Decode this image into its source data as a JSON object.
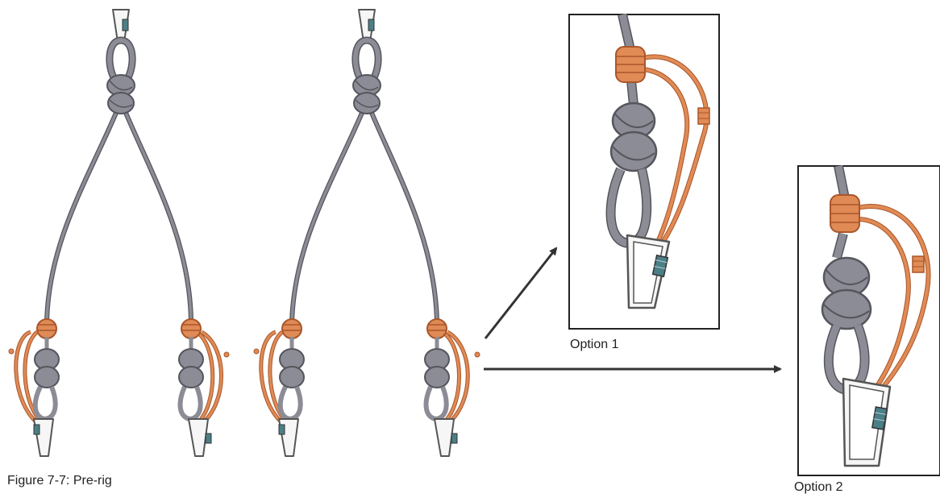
{
  "figure": {
    "caption": "Figure 7-7: Pre-rig",
    "options": [
      {
        "label": "Option 1"
      },
      {
        "label": "Option 2"
      }
    ]
  },
  "colors": {
    "rope": "#8c8c96",
    "rope_outline": "#55555d",
    "cord": "#e08a55",
    "cord_outline": "#a9562a",
    "carabiner": "#f6f6f6",
    "carabiner_outline": "#555555",
    "gate_sleeve": "#4a7f86",
    "frame": "#222222",
    "arrow": "#333333"
  }
}
